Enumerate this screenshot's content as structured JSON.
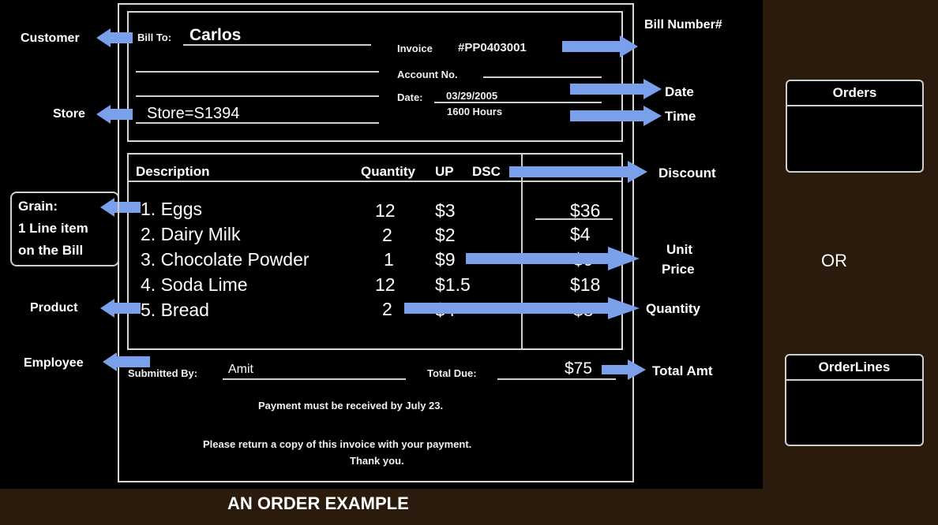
{
  "invoice": {
    "bill_to_label": "Bill To:",
    "bill_to_value": "Carlos",
    "invoice_label": "Invoice",
    "invoice_number": "#PP0403001",
    "account_label": "Account No.",
    "date_label": "Date:",
    "date_value": "03/29/2005",
    "time_value": "1600 Hours",
    "store_value": "Store=S1394",
    "columns": {
      "description": "Description",
      "quantity": "Quantity",
      "up": "UP",
      "dsc": "DSC"
    },
    "items": [
      {
        "desc": "1. Eggs",
        "qty": "12",
        "up": "$3",
        "amt": "$36"
      },
      {
        "desc": "2. Dairy Milk",
        "qty": "2",
        "up": "$2",
        "amt": "$4"
      },
      {
        "desc": "3. Chocolate Powder",
        "qty": "1",
        "up": "$9",
        "amt": "$9"
      },
      {
        "desc": "4. Soda Lime",
        "qty": "12",
        "up": "$1.5",
        "amt": "$18"
      },
      {
        "desc": "5. Bread",
        "qty": "2",
        "up": "$4",
        "amt": "$8"
      }
    ],
    "submitted_label": "Submitted By:",
    "submitted_value": "Amit",
    "total_label": "Total Due:",
    "total_value": "$75",
    "payment_note": "Payment must be received by July 23.",
    "return_note": "Please return a copy of this invoice with your payment.",
    "thanks": "Thank you."
  },
  "annotations": {
    "customer": "Customer",
    "store": "Store",
    "grain_line1": "Grain:",
    "grain_line2": "1 Line item",
    "grain_line3": "on the Bill",
    "product": "Product",
    "employee": "Employee",
    "bill_number": "Bill Number#",
    "date": "Date",
    "time": "Time",
    "discount": "Discount",
    "unit_price_line1": "Unit",
    "unit_price_line2": "Price",
    "quantity": "Quantity",
    "total_amt": "Total Amt"
  },
  "entities": {
    "orders": "Orders",
    "or": "OR",
    "orderlines": "OrderLines"
  },
  "caption": "AN ORDER EXAMPLE",
  "colors": {
    "arrow": "#7aa0ec",
    "background": "#2a1b0c",
    "panel": "#000000"
  }
}
